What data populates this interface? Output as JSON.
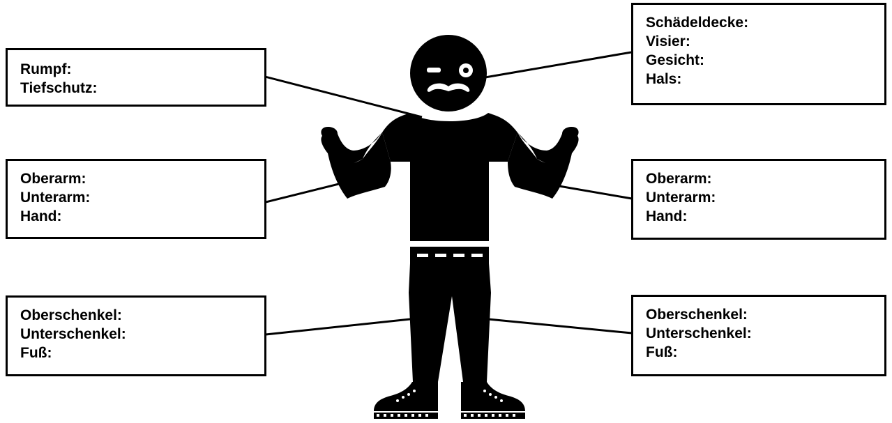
{
  "boxes": {
    "torso": {
      "lines": [
        "Rumpf:",
        "Tiefschutz:"
      ]
    },
    "head": {
      "lines": [
        "Schädeldecke:",
        "Visier:",
        "Gesicht:",
        "Hals:"
      ]
    },
    "left_arm": {
      "lines": [
        "Oberarm:",
        "Unterarm:",
        "Hand:"
      ]
    },
    "right_arm": {
      "lines": [
        "Oberarm:",
        "Unterarm:",
        "Hand:"
      ]
    },
    "left_leg": {
      "lines": [
        "Oberschenkel:",
        "Unterschenkel:",
        "Fuß:"
      ]
    },
    "right_leg": {
      "lines": [
        "Oberschenkel:",
        "Unterschenkel:",
        "Fuß:"
      ]
    }
  }
}
